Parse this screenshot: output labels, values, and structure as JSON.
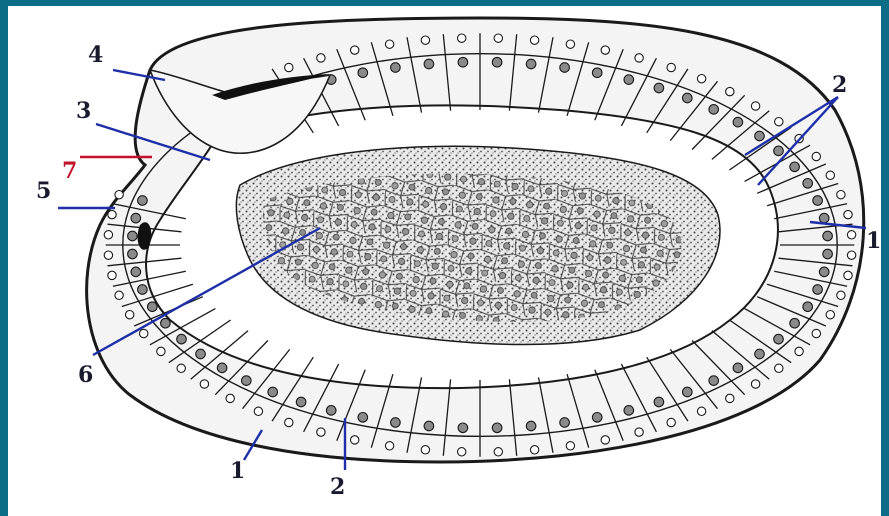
{
  "labels": {
    "one_right": "1",
    "one_bottom": "1",
    "two_top_right": "2",
    "two_bottom": "2",
    "three": "3",
    "four": "4",
    "five": "5",
    "six": "6",
    "seven": "7"
  },
  "colors": {
    "frame_border": "#0b6e86",
    "leader_blue": "#1f2fa8",
    "leader_red": "#c8102e",
    "ink": "#1a1a1a"
  }
}
